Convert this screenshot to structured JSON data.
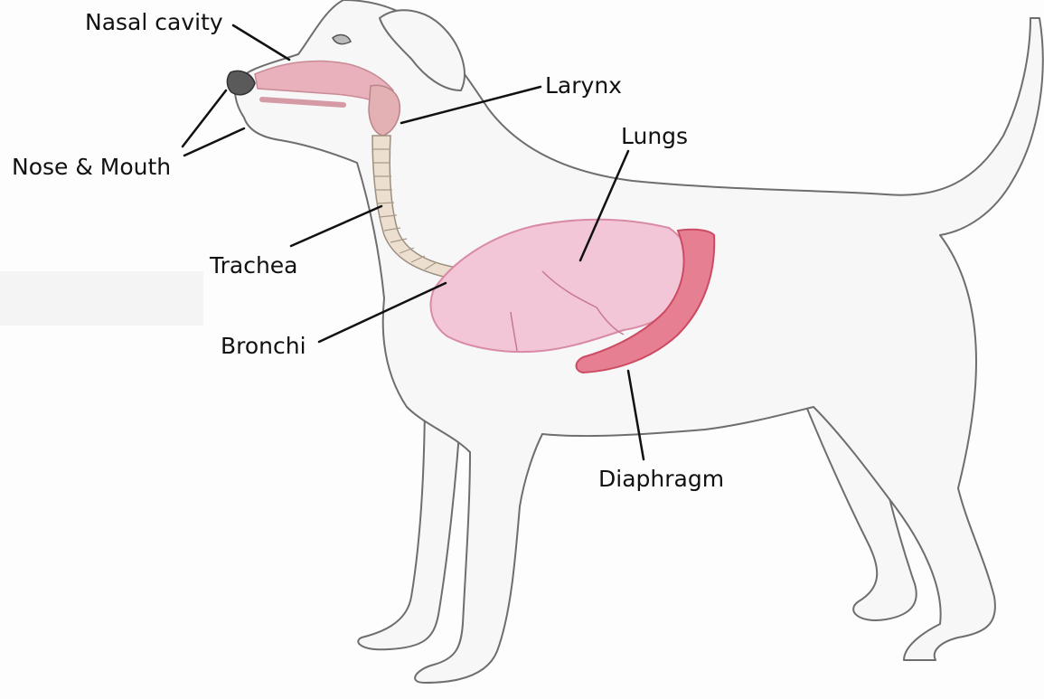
{
  "diagram": {
    "labels": {
      "nasal_cavity": "Nasal cavity",
      "larynx": "Larynx",
      "lungs": "Lungs",
      "nose_mouth": "Nose & Mouth",
      "trachea": "Trachea",
      "bronchi": "Bronchi",
      "diaphragm": "Diaphragm"
    },
    "colors": {
      "outline": "#6e6e6e",
      "body_fill": "#f7f7f7",
      "lung_fill": "#f2c6d6",
      "lung_edge": "#d98aa6",
      "diaphragm_fill": "#e77f92",
      "diaphragm_edge": "#cc4b62",
      "nasal_fill": "#e9b1bb",
      "trachea_fill": "#ecdfcf",
      "leader_line": "#111111"
    }
  }
}
